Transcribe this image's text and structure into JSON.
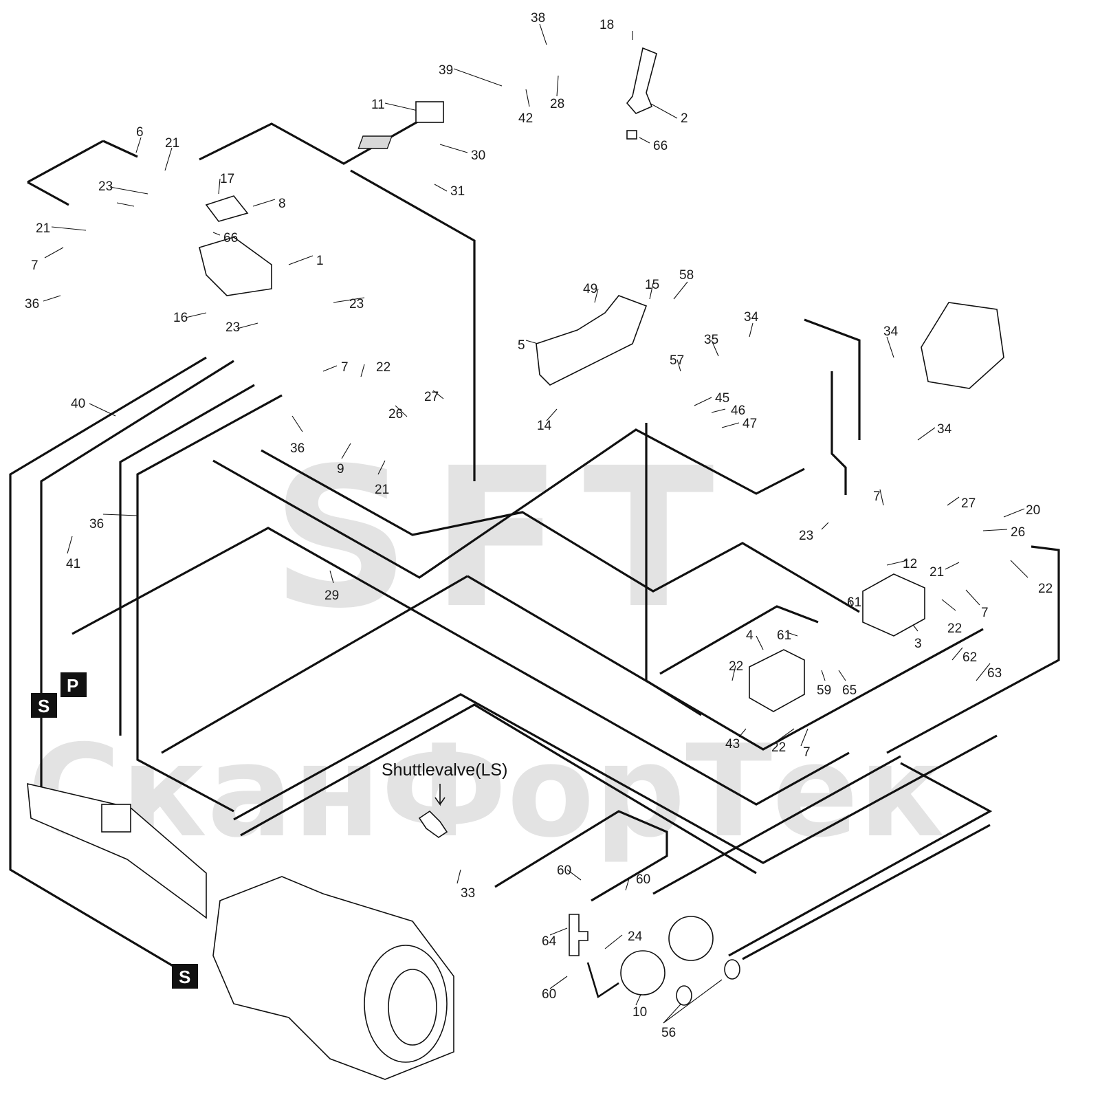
{
  "watermark": {
    "brand": "SFT",
    "brand_full": "СканФорТек",
    "color": "#e3e3e3"
  },
  "annotation": {
    "shuttle_valve": "Shuttlevalve(LS)"
  },
  "port_tags": [
    {
      "id": "s-upper",
      "label": "S"
    },
    {
      "id": "p",
      "label": "P"
    },
    {
      "id": "s-lower",
      "label": "S"
    }
  ],
  "callouts": [
    "38",
    "18",
    "39",
    "11",
    "42",
    "28",
    "2",
    "66",
    "30",
    "31",
    "6",
    "21",
    "23",
    "17",
    "8",
    "66",
    "21",
    "7",
    "1",
    "36",
    "23",
    "16",
    "23",
    "22",
    "7",
    "27",
    "26",
    "40",
    "36",
    "9",
    "21",
    "36",
    "41",
    "29",
    "49",
    "15",
    "58",
    "5",
    "14",
    "57",
    "35",
    "34",
    "34",
    "45",
    "46",
    "47",
    "34",
    "7",
    "27",
    "20",
    "26",
    "23",
    "12",
    "21",
    "22",
    "22",
    "7",
    "61",
    "61",
    "4",
    "3",
    "62",
    "63",
    "22",
    "59",
    "65",
    "43",
    "22",
    "7",
    "60",
    "60",
    "64",
    "24",
    "60",
    "10",
    "56",
    "33"
  ]
}
